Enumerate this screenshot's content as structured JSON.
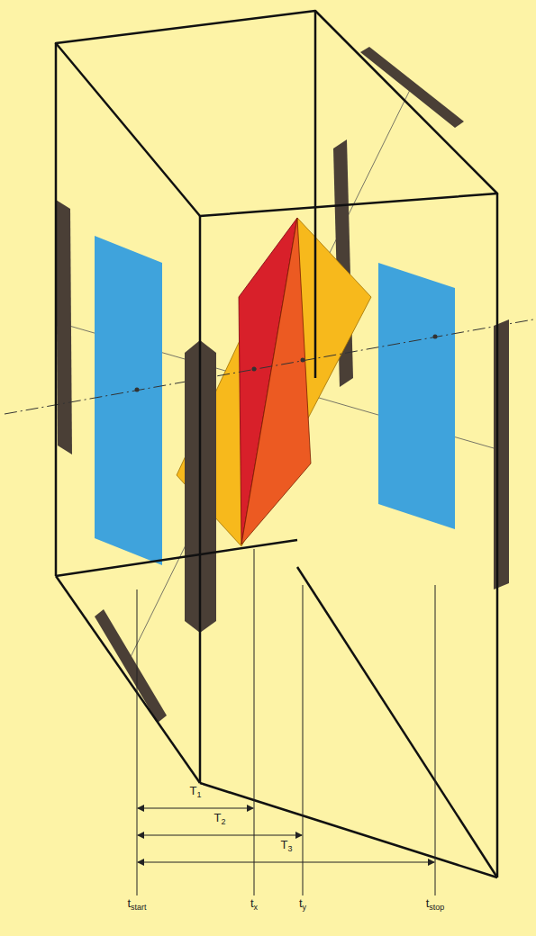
{
  "diagram": {
    "labels": [
      "T1",
      "T2",
      "T3",
      "tstart",
      "tx",
      "ty",
      "tstop"
    ]
  }
}
